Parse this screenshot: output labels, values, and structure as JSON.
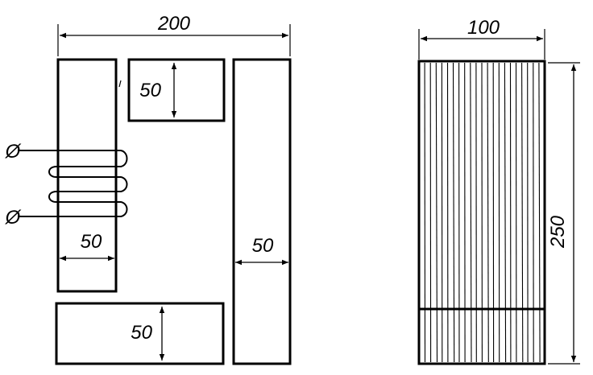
{
  "front_view": {
    "overall_width_label": "200",
    "top_window_height_label": "50",
    "left_leg_width_label": "50",
    "right_leg_width_label": "50",
    "bottom_yoke_height_label": "50"
  },
  "winding": {
    "terminal_top_symbol": "Ø",
    "terminal_bottom_symbol": "Ø"
  },
  "side_view": {
    "width_label": "100",
    "height_label": "250"
  },
  "colors": {
    "ink": "#000000",
    "paper": "#ffffff"
  }
}
